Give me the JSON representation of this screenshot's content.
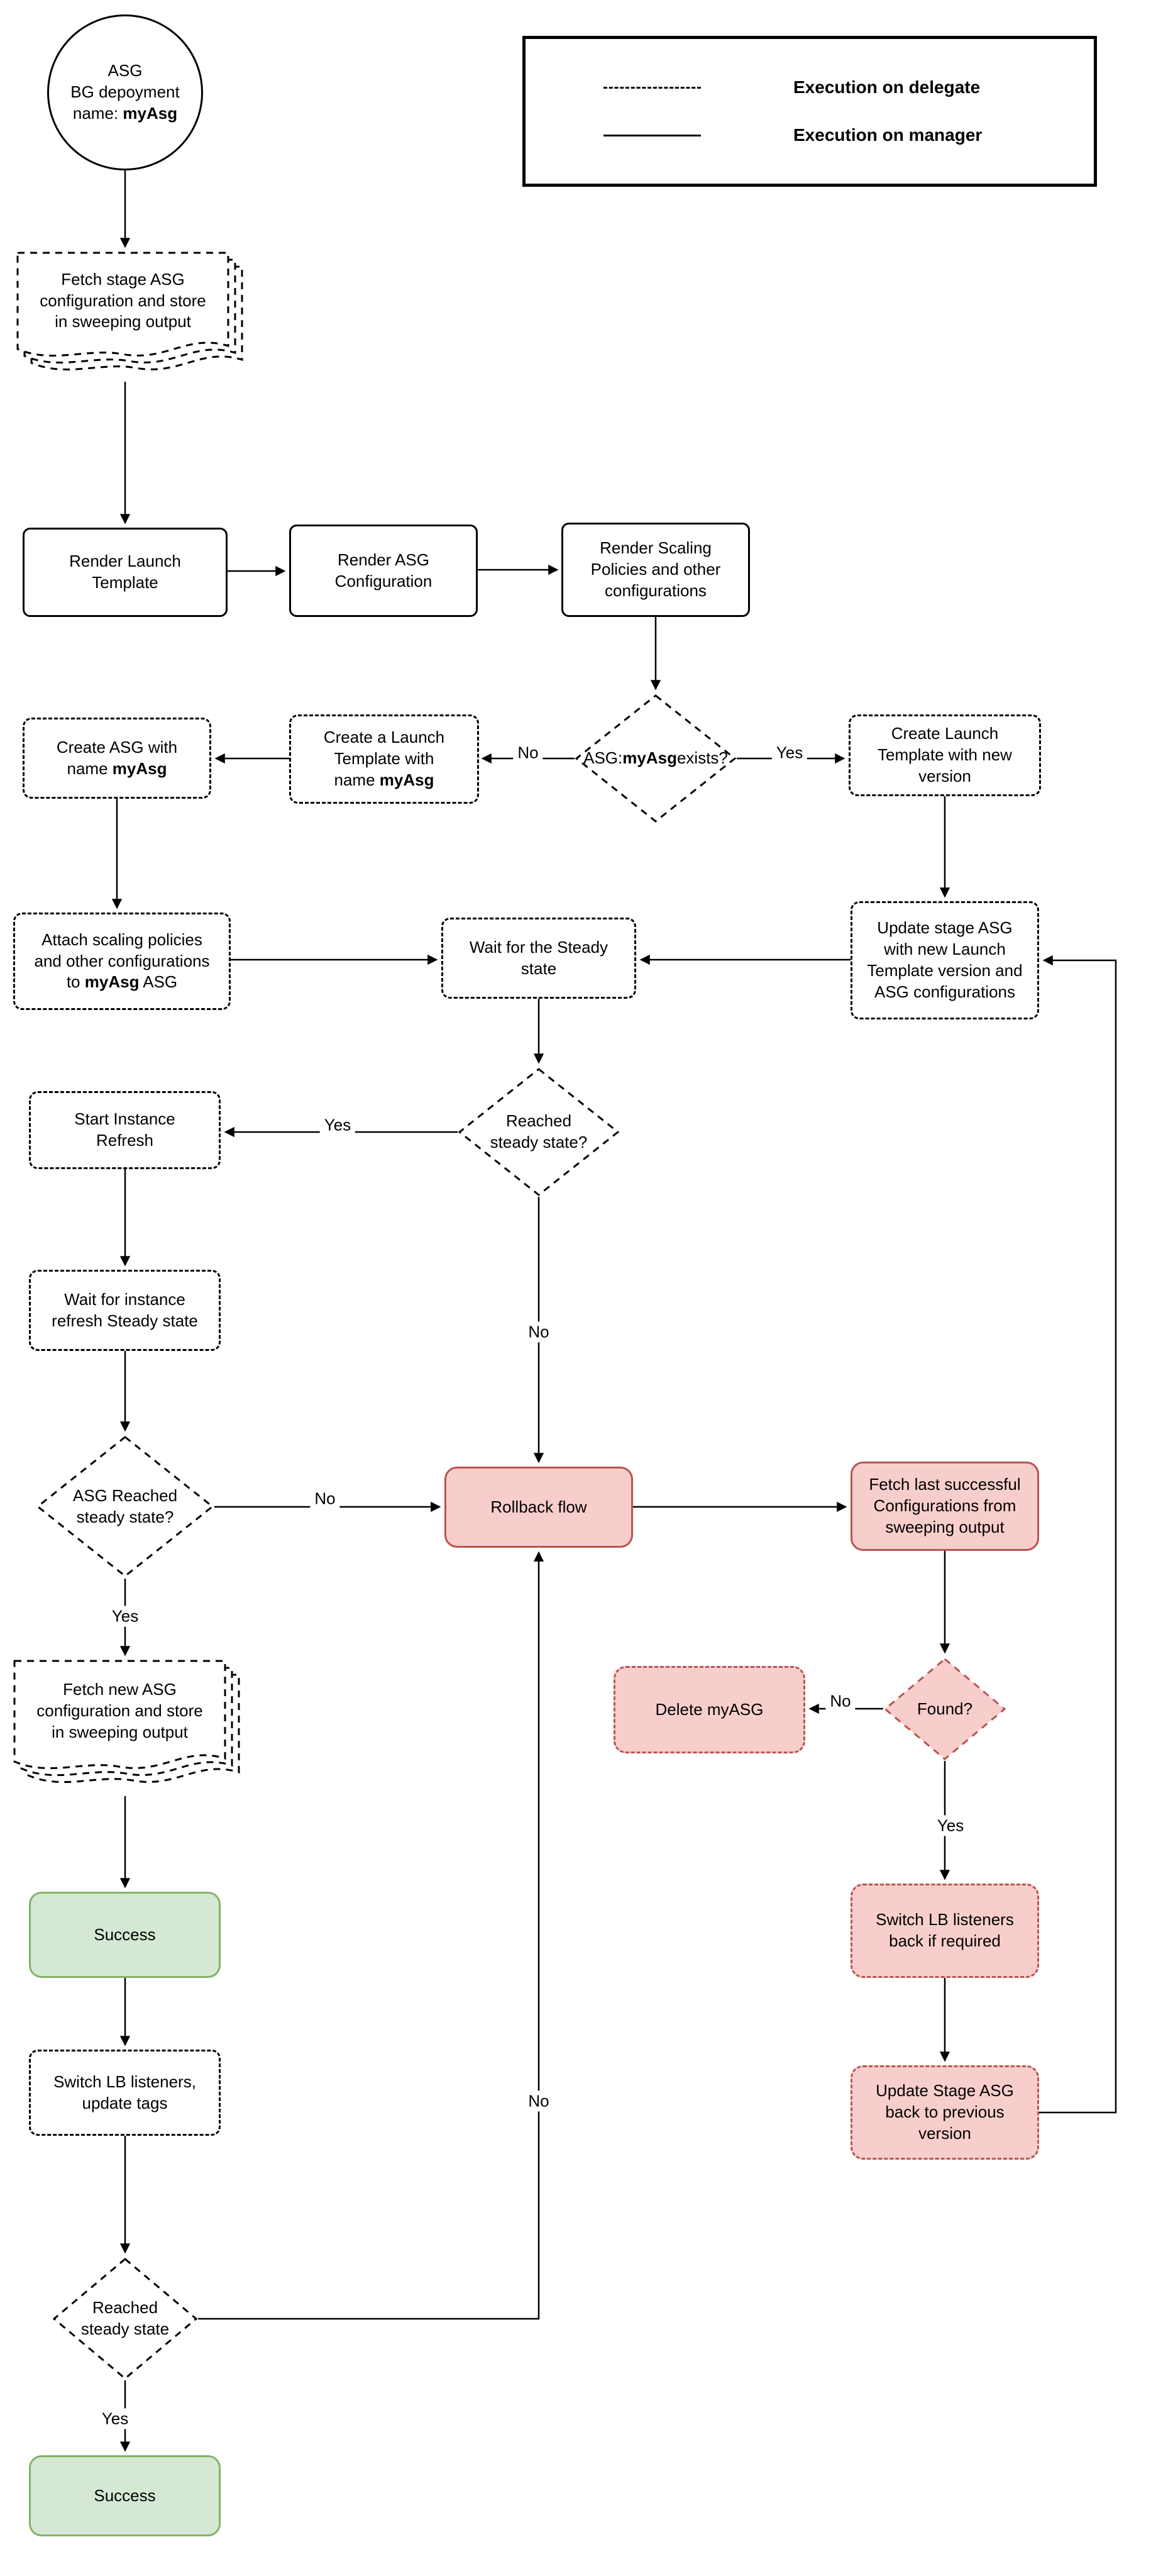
{
  "legend": {
    "items": [
      {
        "line_style": "dashed",
        "label": "Execution on delegate"
      },
      {
        "line_style": "solid",
        "label": "Execution on manager"
      }
    ]
  },
  "colors": {
    "red_fill": "#f8cecc",
    "red_border": "#b85450",
    "green_fill": "#d5e8d4",
    "green_border": "#82b366",
    "line": "#000000"
  },
  "nodes": {
    "start": {
      "segments": [
        {
          "t": "ASG\nBG depoyment\nname: ",
          "b": false
        },
        {
          "t": "myAsg",
          "b": true
        }
      ]
    },
    "fetch_stage": {
      "label": "Fetch stage ASG\nconfiguration and store\nin sweeping output"
    },
    "render_launch": {
      "label": "Render Launch\nTemplate"
    },
    "render_asg": {
      "label": "Render ASG\nConfiguration"
    },
    "render_scaling": {
      "label": "Render Scaling\nPolicies and other\nconfigurations"
    },
    "asg_exists": {
      "segments": [
        {
          "t": "ASG:\n",
          "b": false
        },
        {
          "t": "myAsg",
          "b": true
        },
        {
          "t": " exists?",
          "b": false
        }
      ]
    },
    "create_lt_named": {
      "segments": [
        {
          "t": "Create a Launch\nTemplate with\nname ",
          "b": false
        },
        {
          "t": "myAsg",
          "b": true
        }
      ]
    },
    "create_lt_new": {
      "label": "Create Launch\nTemplate with new\nversion"
    },
    "create_asg": {
      "segments": [
        {
          "t": "Create ASG with\nname ",
          "b": false
        },
        {
          "t": "myAsg",
          "b": true
        }
      ]
    },
    "attach_policies": {
      "segments": [
        {
          "t": "Attach scaling policies\nand other configurations\nto ",
          "b": false
        },
        {
          "t": "myAsg",
          "b": true
        },
        {
          "t": " ASG",
          "b": false
        }
      ]
    },
    "update_stage": {
      "label": "Update stage ASG\nwith new Launch\nTemplate version and\nASG configurations"
    },
    "wait_steady": {
      "label": "Wait for the Steady\nstate"
    },
    "reached_steady1": {
      "label": "Reached\nsteady state?"
    },
    "start_refresh": {
      "label": "Start Instance\nRefresh"
    },
    "wait_refresh": {
      "label": "Wait for instance\nrefresh Steady state"
    },
    "asg_reached": {
      "label": "ASG Reached\nsteady state?"
    },
    "rollback": {
      "label": "Rollback flow"
    },
    "fetch_new": {
      "label": "Fetch new ASG\nconfiguration and store\nin sweeping output"
    },
    "success1": {
      "label": "Success"
    },
    "switch_lb": {
      "label": "Switch LB listeners,\nupdate tags"
    },
    "reached_steady2": {
      "label": "Reached\nsteady state"
    },
    "success2": {
      "label": "Success"
    },
    "fetch_last": {
      "label": "Fetch last successful\nConfigurations from\nsweeping output"
    },
    "found": {
      "label": "Found?"
    },
    "delete_asg": {
      "label": "Delete myASG"
    },
    "switch_lb_back": {
      "label": "Switch LB listeners\nback if required"
    },
    "update_back": {
      "label": "Update Stage ASG\nback to previous\nversion"
    }
  },
  "edge_labels": {
    "yes": "Yes",
    "no": "No"
  }
}
